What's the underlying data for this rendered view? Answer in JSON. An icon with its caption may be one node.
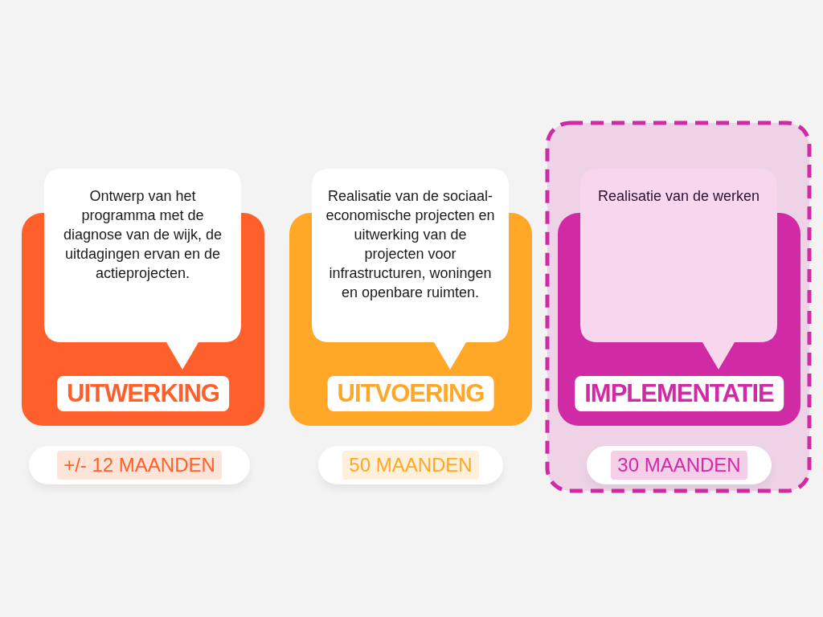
{
  "diagram": {
    "nodes": [
      {
        "text": [
          "Ontwerp van het programma met de diagnose van de wijk, de uitdagingen ervan en de actieprojecten.",
          "UITWERKING"
        ],
        "beside": [
          "+/- 12 MAANDEN"
        ]
      },
      {
        "text": [
          "Realisatie van de sociaal-economische projecten en uitwerking van de projecten voor infrastructuren, woningen en openbare ruimten.",
          "UITVOERING"
        ],
        "beside": [
          "50 MAANDEN"
        ]
      },
      {
        "text": [
          "Realisatie van de werken",
          "IMPLEMENTATIE"
        ],
        "beside": [
          "30 MAANDEN"
        ]
      }
    ],
    "edges": []
  }
}
